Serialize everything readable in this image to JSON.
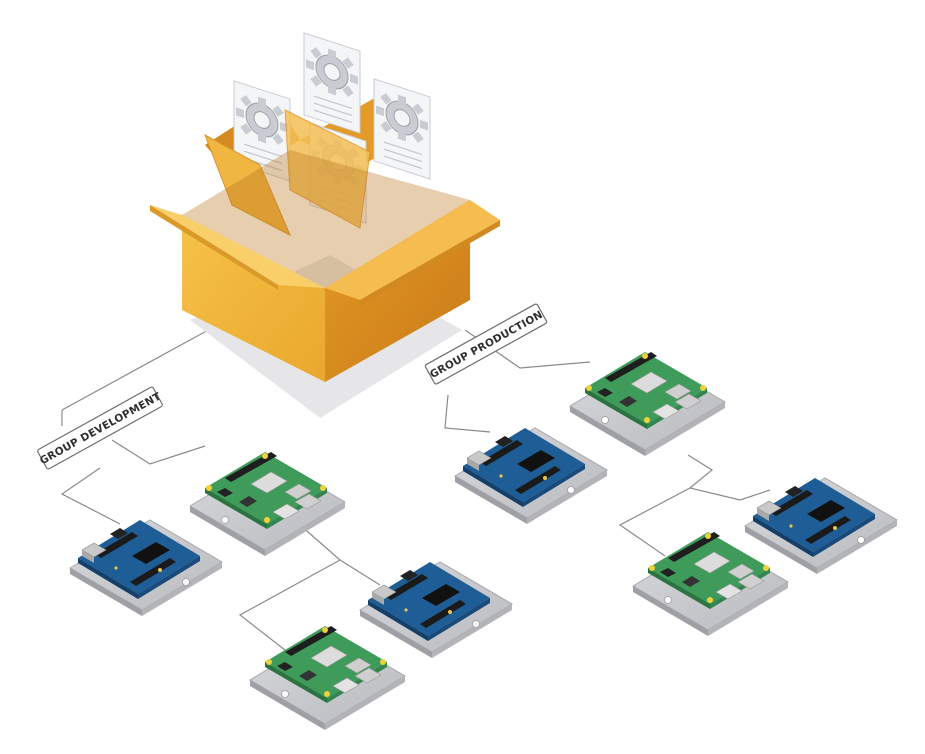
{
  "groups": [
    {
      "id": "development",
      "label": "GROUP DEVELOPMENT"
    },
    {
      "id": "production",
      "label": "GROUP PRODUCTION"
    }
  ],
  "colors": {
    "box_front": "#f2b233",
    "box_side": "#d98a1c",
    "box_top": "#f7c85a",
    "platform": "#c7c8cc",
    "arduino_board": "#1f5d96",
    "raspberry_board": "#3f9b5a",
    "connector_line": "#8a8a8a"
  },
  "icons": [
    "package-box-icon",
    "document-gear-icon",
    "folder-icon",
    "arduino-board-icon",
    "raspberry-pi-board-icon"
  ]
}
